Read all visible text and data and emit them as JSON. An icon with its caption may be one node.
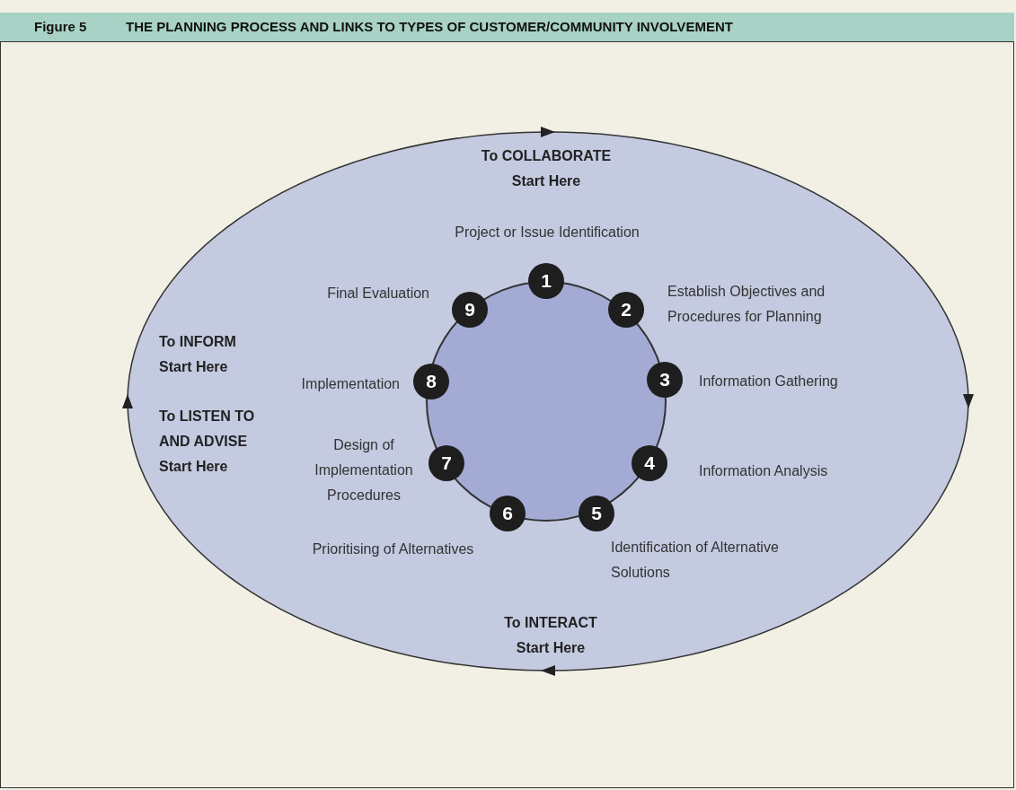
{
  "diagram": {
    "title": "THE PLANNING PROCESS AND LINKS TO TYPES OF CUSTOMER/COMMUNITY INVOLVEMENT",
    "nodes": [
      {
        "text": [
          "To COLLABORATE Start Here",
          "To INFORM Start Here",
          "To LISTEN TO AND ADVISE Start Here",
          "To INTERACT Start Here"
        ]
      },
      {
        "text": [
          "1"
        ],
        "beside": [
          "Project or Issue Identification"
        ],
        "in": 0
      },
      {
        "text": [
          "2"
        ],
        "beside": [
          "Establish Objectives and Procedures for Planning"
        ],
        "in": 0
      },
      {
        "text": [
          "3"
        ],
        "beside": [
          "Information Gathering"
        ],
        "in": 0
      },
      {
        "text": [
          "4"
        ],
        "beside": [
          "Information Analysis"
        ],
        "in": 0
      },
      {
        "text": [
          "5"
        ],
        "beside": [
          "Identification of Alternative Solutions"
        ],
        "in": 0
      },
      {
        "text": [
          "6"
        ],
        "beside": [
          "Prioritising of Alternatives"
        ],
        "in": 0
      },
      {
        "text": [
          "7"
        ],
        "beside": [
          "Design of Implementation Procedures"
        ],
        "in": 0
      },
      {
        "text": [
          "8"
        ],
        "beside": [
          "Implementation"
        ],
        "in": 0
      },
      {
        "text": [
          "9"
        ],
        "beside": [
          "Final Evaluation"
        ],
        "in": 0
      }
    ],
    "edges": [],
    "labels": [
      "Figure 5"
    ]
  }
}
